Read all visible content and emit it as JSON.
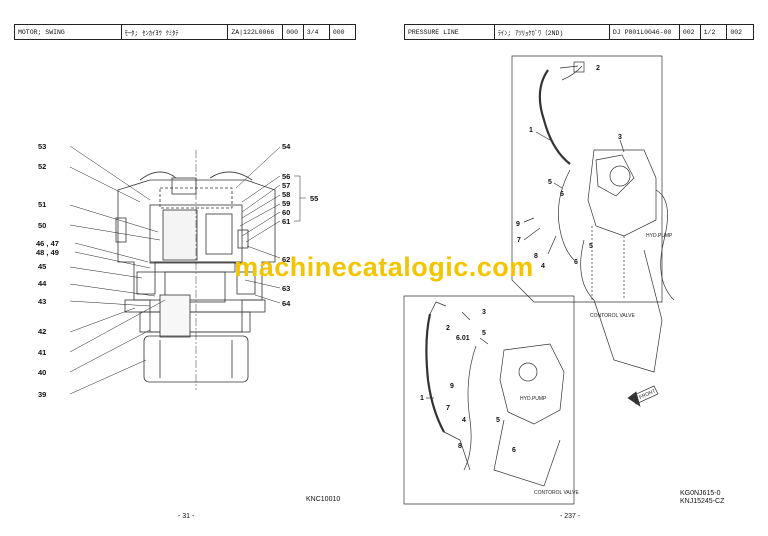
{
  "left_page": {
    "header": {
      "title": "MOTOR; SWING",
      "jp_name": "ﾓｰﾀ; ｾﾝｶｲﾖｳ ｸﾐﾀﾃ",
      "code": "ZA|122L0066",
      "rev": "000",
      "page": "3/4",
      "sheet": "000"
    },
    "callouts": [
      "53",
      "52",
      "51",
      "50",
      "46 , 47",
      "48 , 49",
      "45",
      "44",
      "43",
      "42",
      "41",
      "40",
      "39",
      "54",
      "56",
      "57",
      "58",
      "59",
      "60",
      "61",
      "55",
      "62",
      "63",
      "64"
    ],
    "drawing_code": "KNC10010",
    "page_number": "- 31 -"
  },
  "right_page": {
    "header": {
      "title": "PRESSURE LINE",
      "jp_name": "ﾗｲﾝ; ｱﾂﾘｮｸｶﾞﾜ（2ND)",
      "code": "DJ P801L0046-00",
      "rev": "002",
      "page": "1/2",
      "sheet": "002"
    },
    "upper_callouts": [
      "2",
      "1",
      "3",
      "5",
      "6",
      "9",
      "7",
      "8",
      "4",
      "5",
      "6"
    ],
    "upper_labels": {
      "hyd_pump": "HYD.PUMP",
      "control_valve": "CONTOROL VALVE",
      "front": "FRONT"
    },
    "lower_callouts": [
      "2",
      "3",
      "5",
      "6.01",
      "1",
      "9",
      "7",
      "4",
      "8",
      "5",
      "6"
    ],
    "lower_labels": {
      "hyd_pump": "HYD.PUMP",
      "control_valve": "CONTOROL VALVE"
    },
    "drawing_codes": [
      "KG0NJ615-0",
      "KNJ15245-CZ"
    ],
    "page_number": "- 237 -"
  },
  "watermark": "machinecatalogic.com"
}
